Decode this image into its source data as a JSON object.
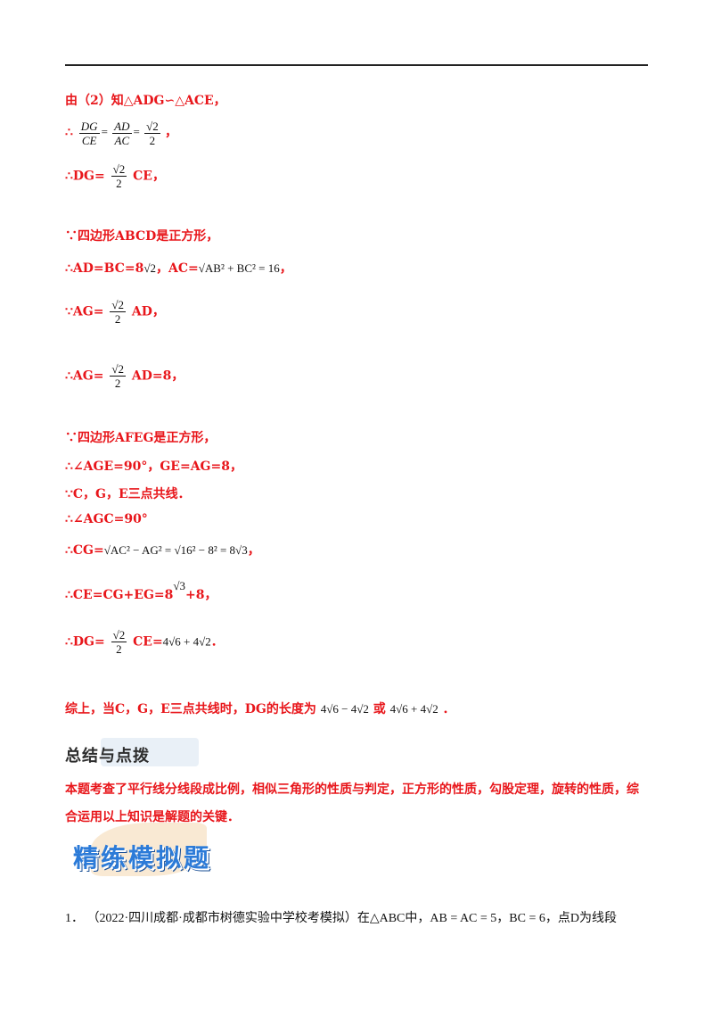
{
  "solution": {
    "l1": "由（2）知△ADG∽△ACE，",
    "l2_prefix": "∴",
    "l2_expr": {
      "a_num": "DG",
      "a_den": "CE",
      "b_num": "AD",
      "b_den": "AC",
      "c_num": "√2",
      "c_den": "2"
    },
    "l2_suffix": "，",
    "l3_prefix": "∴DG=",
    "l3_frac": {
      "num": "√2",
      "den": "2"
    },
    "l3_suffix": "CE，",
    "l4": "∵四边形ABCD是正方形，",
    "l5_prefix": "∴AD=BC=8",
    "l5_root": "√2",
    "l5_mid": "，AC=",
    "l5_expr": "√AB² + BC² = 16",
    "l5_suffix": "，",
    "l6_prefix": "∵AG=",
    "l6_frac": {
      "num": "√2",
      "den": "2"
    },
    "l6_suffix": "AD，",
    "l7_prefix": "∴AG=",
    "l7_frac": {
      "num": "√2",
      "den": "2"
    },
    "l7_suffix": "AD=8，",
    "l8": "∵四边形AFEG是正方形，",
    "l9": "∴∠AGE=90°，GE=AG=8，",
    "l10": "∵C，G，E三点共线．",
    "l11": "∴∠AGC=90°",
    "l12_prefix": "∴CG=",
    "l12_expr": "√AC² − AG² = √16² − 8² = 8√3",
    "l12_suffix": "，",
    "l13_prefix": "∴CE=CG+EG=8",
    "l13_root": "√3",
    "l13_suffix": "+8，",
    "l14_prefix": "∴DG=",
    "l14_frac": {
      "num": "√2",
      "den": "2"
    },
    "l14_mid": "CE=",
    "l14_expr": "4√6 + 4√2",
    "l14_suffix": "．",
    "l15_prefix": "综上，当C，G，E三点共线时，DG的长度为",
    "l15_expr1": "4√6 − 4√2",
    "l15_or": "或",
    "l15_expr2": "4√6 + 4√2",
    "l15_suffix": "．"
  },
  "summary_heading": "总结与点拨",
  "summary_text": "本题考查了平行线分线段成比例，相似三角形的性质与判定，正方形的性质，勾股定理，旋转的性质，综合运用以上知识是解题的关键．",
  "practice_banner": "精练模拟题",
  "question1": {
    "number": "1．",
    "text": "（2022·四川成都·成都市树德实验中学校考模拟）在△ABC中，AB = AC = 5，BC = 6，点D为线段"
  }
}
